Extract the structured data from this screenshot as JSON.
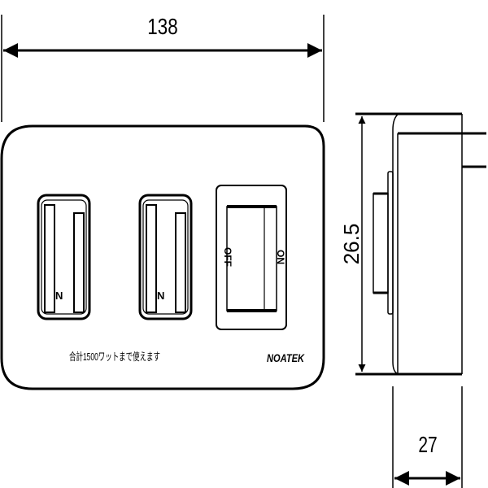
{
  "dimensions": {
    "width_label": "138",
    "height_label": "26.5",
    "depth_label": "27"
  },
  "front_view": {
    "outlets": [
      {
        "polarity_label": "N"
      },
      {
        "polarity_label": "N"
      }
    ],
    "switch": {
      "off_label": "OFF",
      "on_label": "ON"
    },
    "rating_text": "合計1500ワットまで使えます",
    "brand": "NOATEK"
  },
  "colors": {
    "line": "#000000",
    "background": "#ffffff"
  }
}
